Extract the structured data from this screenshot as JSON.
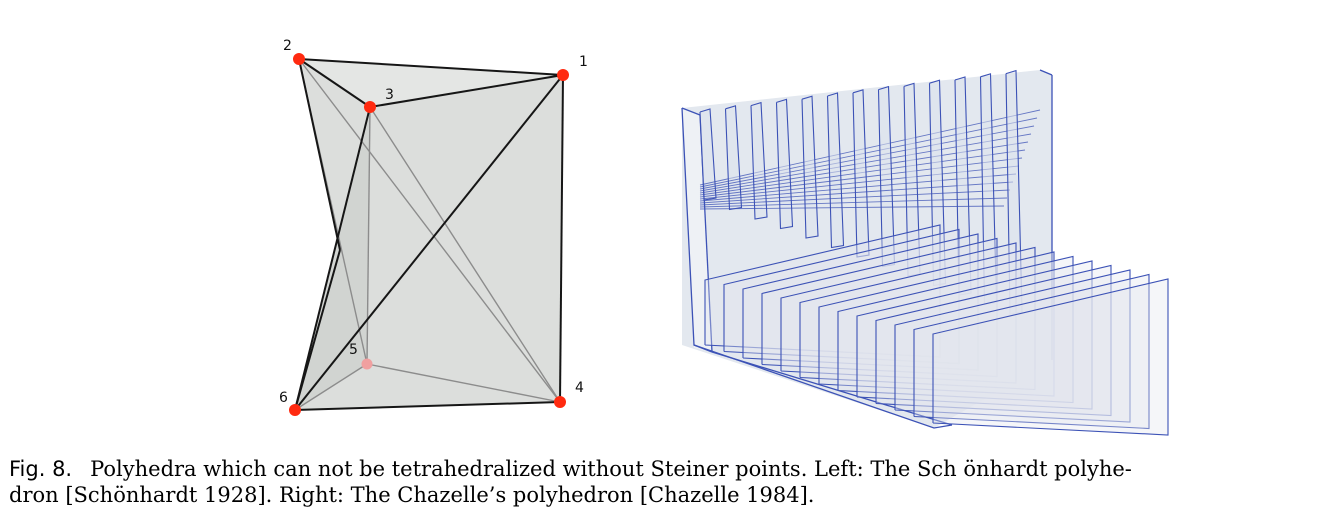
{
  "figure": {
    "left": {
      "vertex_labels": [
        "1",
        "2",
        "3",
        "4",
        "5",
        "6"
      ]
    }
  },
  "caption": {
    "label": "Fig. 8.",
    "line1": "Polyhedra which can not be tetrahedralized without Steiner points. Left: The Sch önhardt polyhe-",
    "line2": "dron [Schönhardt 1928]. Right: The Chazelle’s polyhedron [Chazelle 1984]."
  },
  "colors": {
    "vertex": "#ff2a10",
    "edge_dark": "#151515",
    "edge_light": "#8e8e8e",
    "face_fill": "#d9dcd9",
    "right_lines": "#3c52b6",
    "right_fill": "#dfe5ee"
  }
}
